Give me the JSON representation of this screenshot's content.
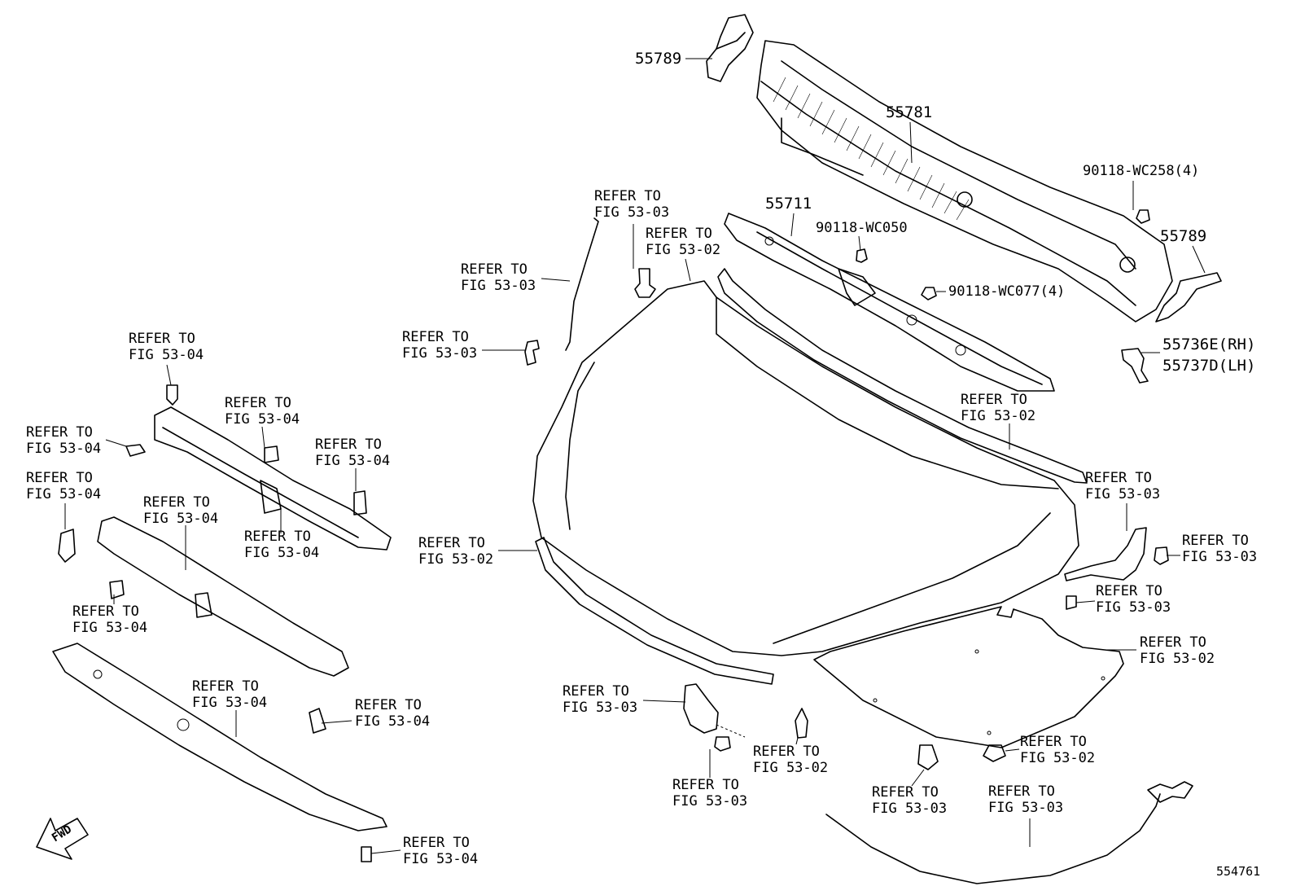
{
  "refer": {
    "fig_53_02": [
      "REFER TO",
      "FIG 53-02"
    ],
    "fig_53_03": [
      "REFER TO",
      "FIG 53-03"
    ],
    "fig_53_04": [
      "REFER TO",
      "FIG 53-04"
    ]
  },
  "part_numbers": {
    "p55789_top": "55789",
    "p55781": "55781",
    "p55711": "55711",
    "p90118_wc050": "90118-WC050",
    "p90118_wc258": "90118-WC258(4)",
    "p90118_wc077": "90118-WC077(4)",
    "p55789_right": "55789",
    "p55736e": "55736E(RH)",
    "p55737d": "55737D(LH)"
  },
  "fwd_label": "FWD",
  "figure_id": "554761"
}
